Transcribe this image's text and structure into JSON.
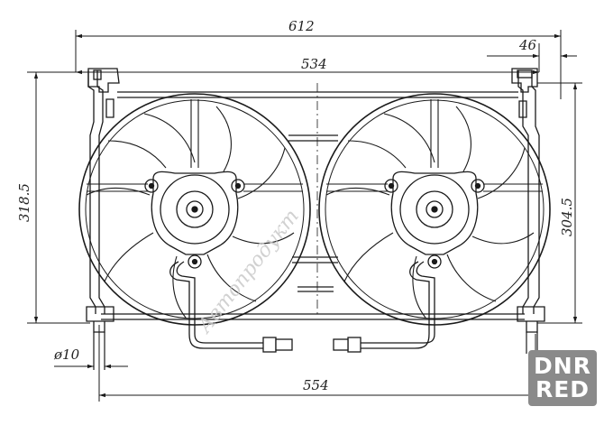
{
  "dimensions": {
    "overall_width": "612",
    "offset_right": "46",
    "mount_span": "534",
    "height_left": "318.5",
    "height_right": "304.5",
    "bottom_span": "554",
    "pin_diameter": "ø10"
  },
  "watermark": "Автопродукт",
  "logo": {
    "line1": "DNR",
    "line2": "RED"
  },
  "colors": {
    "line": "#1a1a1a",
    "logo_bg": "#8a8a8a",
    "watermark": "#c9c9c9"
  }
}
